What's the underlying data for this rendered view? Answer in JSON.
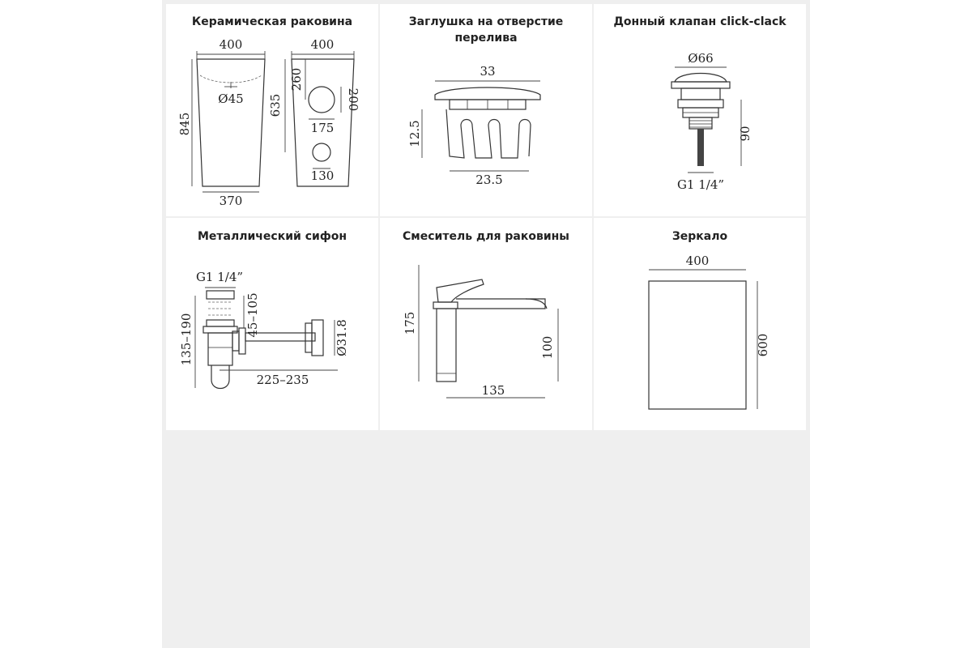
{
  "cards": [
    {
      "title": "Керамическая раковина",
      "labels": {
        "w_front": "400",
        "w_side": "400",
        "h_total": "845",
        "h_side": "635",
        "h_260": "260",
        "d_200": "200",
        "d45": "Ø45",
        "w_175": "175",
        "w_130": "130",
        "w_base": "370"
      }
    },
    {
      "title_line1": "Заглушка на отверстие",
      "title_line2": "перелива",
      "labels": {
        "w_top": "33",
        "h": "12.5",
        "w_bottom": "23.5"
      }
    },
    {
      "title": "Донный клапан click-clack",
      "labels": {
        "d66": "Ø66",
        "h90": "90",
        "thread": "G1 1/4”"
      }
    },
    {
      "title": "Металлический сифон",
      "labels": {
        "thread": "G1 1/4”",
        "h_range": "135–190",
        "h_45": "45–105",
        "w_range": "225–235",
        "d318": "Ø31.8"
      }
    },
    {
      "title": "Смеситель для раковины",
      "labels": {
        "h175": "175",
        "h100": "100",
        "w135": "135"
      }
    },
    {
      "title": "Зеркало",
      "labels": {
        "w400": "400",
        "h600": "600"
      }
    }
  ]
}
